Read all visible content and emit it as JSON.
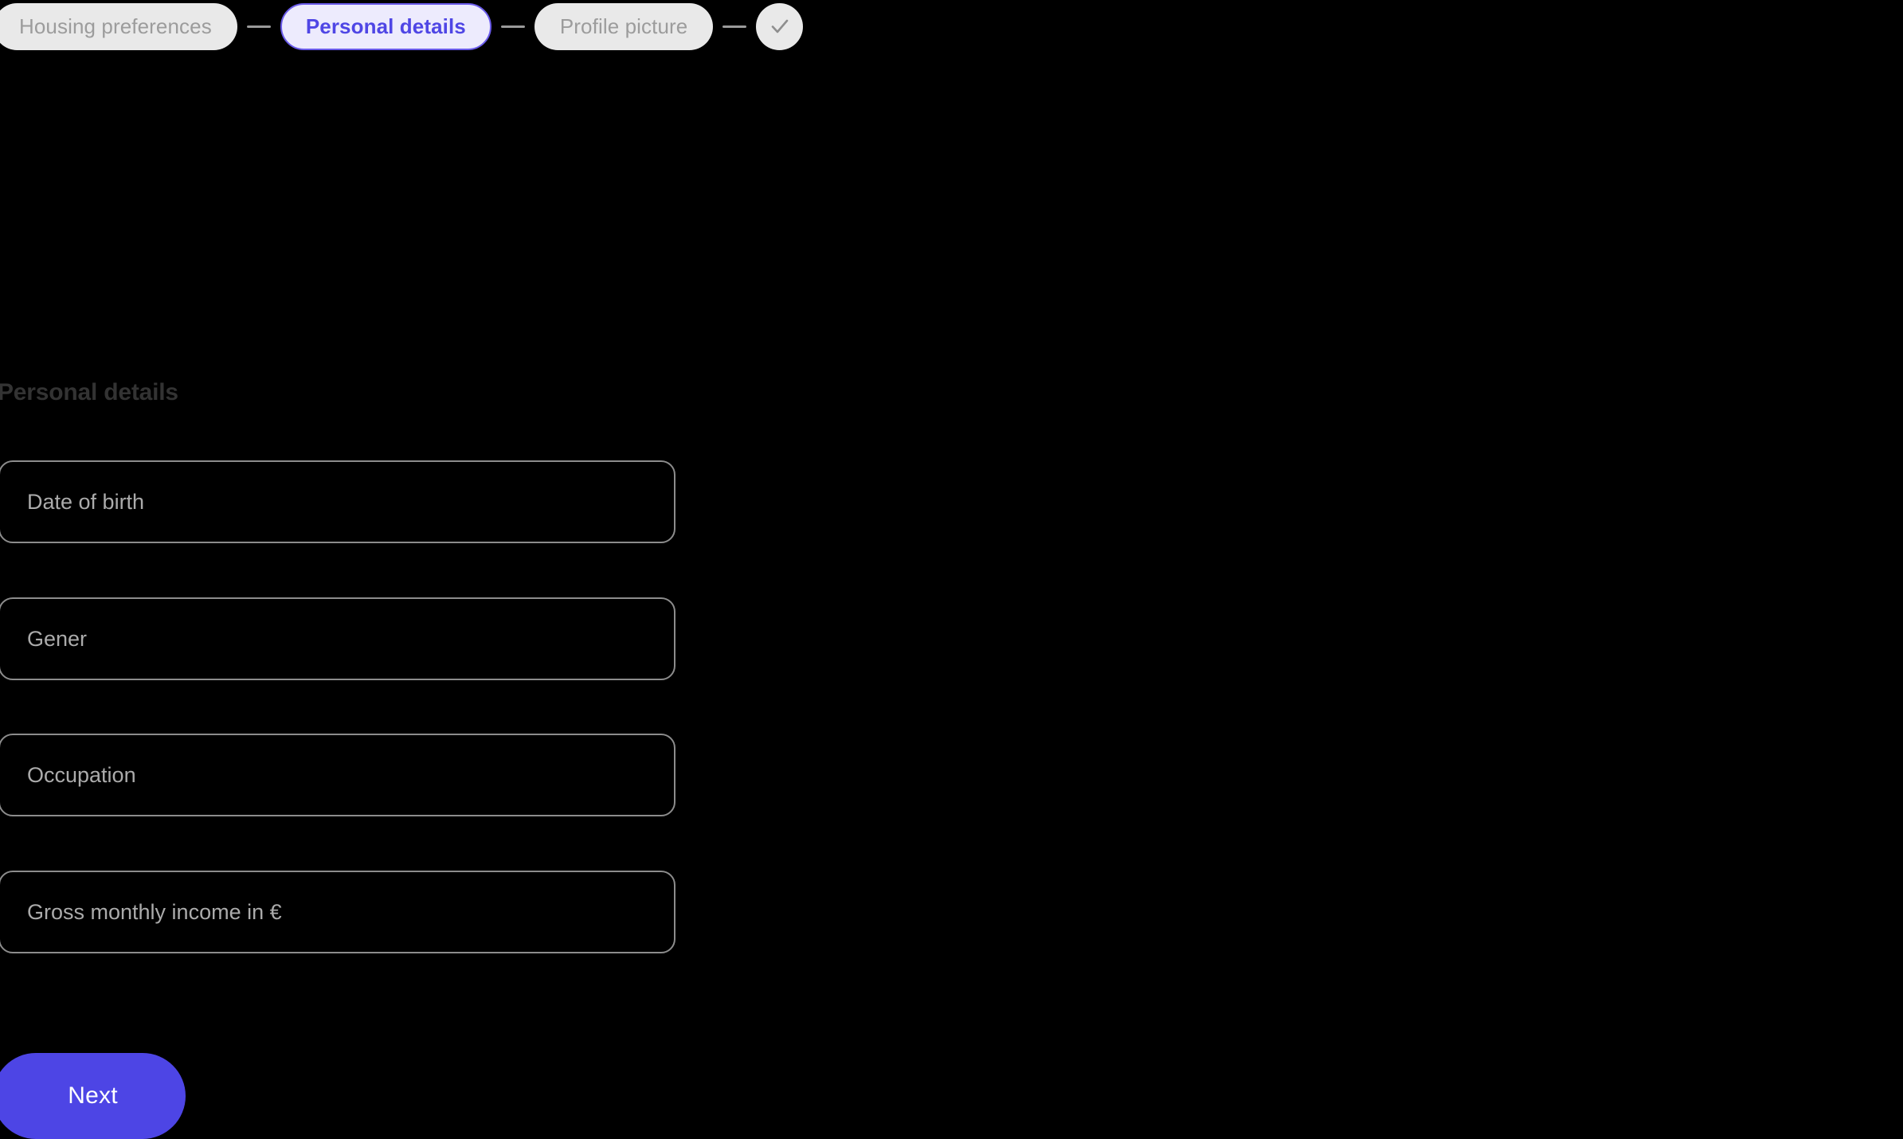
{
  "page": {
    "background_color": "#000000",
    "accent_color": "#4D45E5",
    "active_pill_bg": "#EDEBFD",
    "active_pill_border": "#6A5BEA",
    "inactive_pill_bg": "#E9E9E9",
    "inactive_pill_text": "#9C9C9C",
    "field_border_color": "#8C8C8C",
    "placeholder_color": "#ABABAB",
    "heading_color": "#333333"
  },
  "stepper": {
    "steps": [
      {
        "label": "Housing preferences",
        "state": "inactive"
      },
      {
        "label": "Personal details",
        "state": "active"
      },
      {
        "label": "Profile picture",
        "state": "inactive"
      }
    ],
    "final_step": {
      "icon": "check-icon",
      "state": "inactive"
    }
  },
  "form": {
    "heading": "Personal details",
    "fields": [
      {
        "name": "date-of-birth",
        "placeholder": "Date of birth",
        "value": ""
      },
      {
        "name": "gender",
        "placeholder": "Gener",
        "value": ""
      },
      {
        "name": "occupation",
        "placeholder": "Occupation",
        "value": ""
      },
      {
        "name": "gross-monthly-income",
        "placeholder": "Gross monthly income in €",
        "value": ""
      }
    ],
    "submit_label": "Next"
  }
}
